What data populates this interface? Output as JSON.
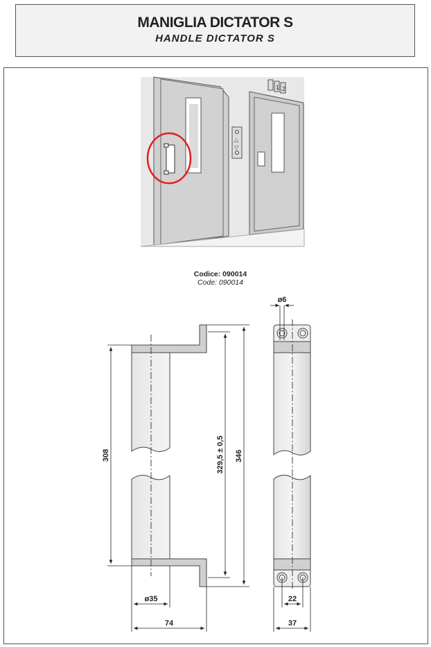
{
  "header": {
    "title": "MANIGLIA DICTATOR S",
    "subtitle": "HANDLE DICTATOR S"
  },
  "code": {
    "it": "Codice: 090014",
    "en": "Code: 090014"
  },
  "dimensions": {
    "hole_diameter": "ø6",
    "length_308": "308",
    "center_distance": "329,5 ± 0,5",
    "total_length": "346",
    "tube_diameter": "ø35",
    "depth": "74",
    "width_22": "22",
    "width_37": "37"
  },
  "illustration": {
    "highlight_color": "#e02020",
    "floor_labels": [
      "1",
      "2"
    ]
  }
}
